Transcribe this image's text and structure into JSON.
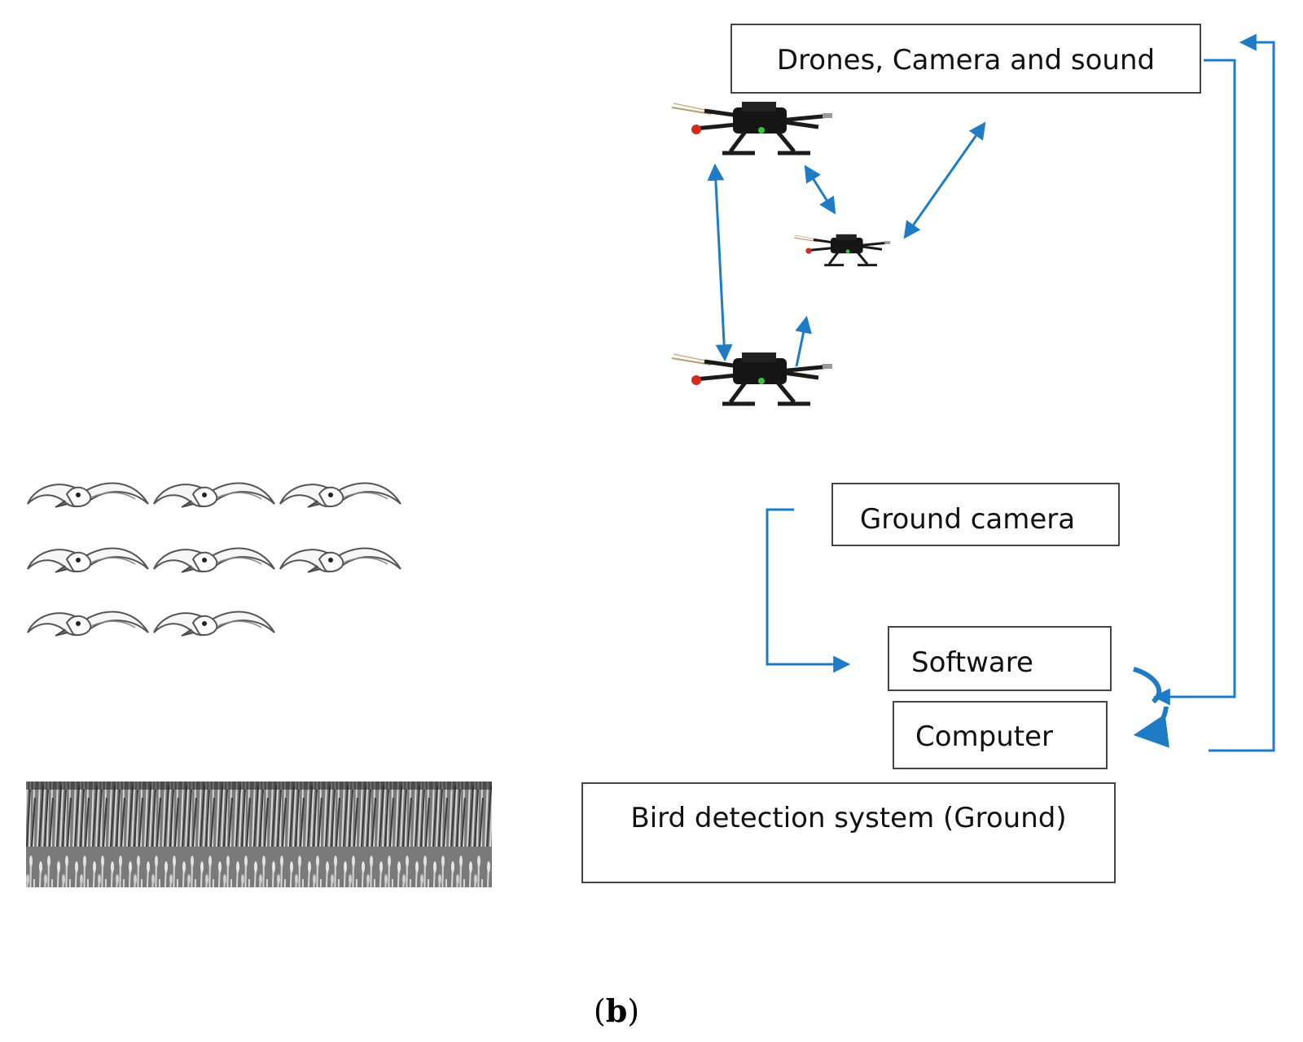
{
  "boxes": {
    "drones": "Drones, Camera and sound",
    "ground_camera": "Ground camera",
    "software": "Software",
    "computer": "Computer",
    "bird_detection": "Bird detection system (Ground)"
  },
  "caption": {
    "open": "(",
    "letter": "b",
    "close": ")"
  },
  "icons": {
    "drone": "quadcopter-drone-icon",
    "bird": "flying-bird-icon",
    "field": "wheat-field-photo"
  },
  "colors": {
    "arrow": "#1f7cc4",
    "box_border": "#444444",
    "text": "#111111"
  }
}
